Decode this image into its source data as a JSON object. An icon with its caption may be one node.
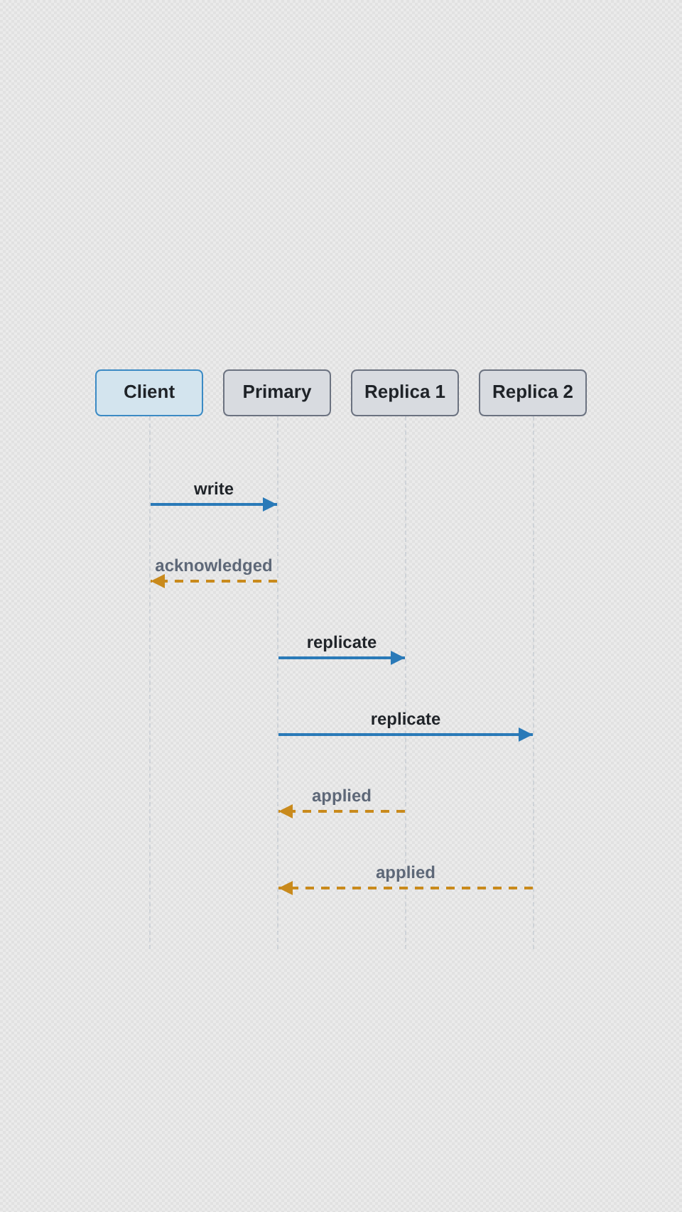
{
  "diagram": {
    "nodes": [
      {
        "text": [
          "Client"
        ]
      },
      {
        "text": [
          "Primary"
        ]
      },
      {
        "text": [
          "Replica 1"
        ]
      },
      {
        "text": [
          "Replica 2"
        ]
      },
      {
        "text": [],
        "shape": "line"
      },
      {
        "text": [],
        "shape": "line"
      },
      {
        "text": [],
        "shape": "line"
      },
      {
        "text": [],
        "shape": "line"
      }
    ],
    "edges": [
      {
        "from": 4,
        "to": 5,
        "arrow": "to",
        "label": "write"
      },
      {
        "from": 5,
        "to": 4,
        "arrow": "to",
        "label": "acknowledged",
        "style": "dashed",
        "color": "#c98a1c"
      },
      {
        "from": 5,
        "to": 6,
        "arrow": "to",
        "label": "replicate"
      },
      {
        "from": 5,
        "to": 7,
        "arrow": "to",
        "label": "replicate"
      },
      {
        "from": 6,
        "to": 5,
        "arrow": "to",
        "label": "applied",
        "style": "dashed",
        "color": "#c98a1c"
      },
      {
        "from": 7,
        "to": 5,
        "arrow": "to",
        "label": "applied",
        "style": "dashed",
        "color": "#c98a1c"
      }
    ]
  }
}
